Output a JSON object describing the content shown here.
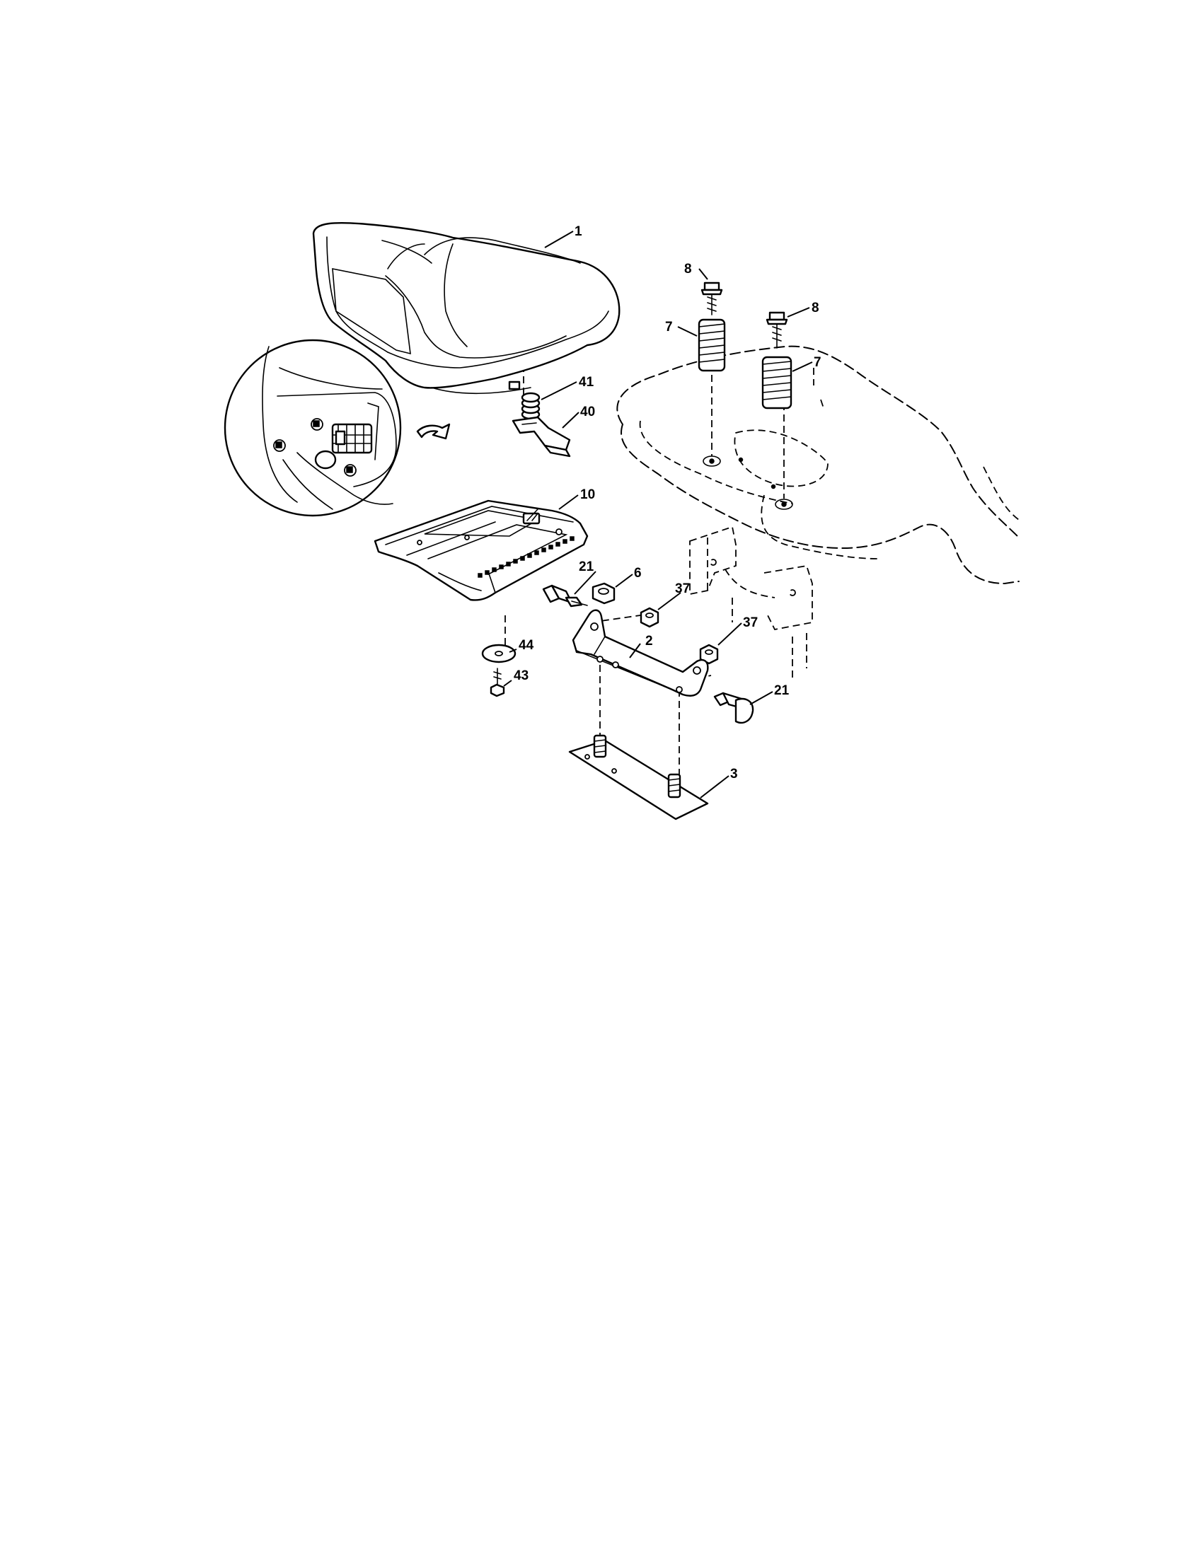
{
  "callouts": [
    {
      "id": "seat",
      "label": "1"
    },
    {
      "id": "bolt-left",
      "label": "8"
    },
    {
      "id": "bolt-right",
      "label": "8"
    },
    {
      "id": "spring-left",
      "label": "7"
    },
    {
      "id": "spring-right",
      "label": "7"
    },
    {
      "id": "small-spring",
      "label": "41"
    },
    {
      "id": "latch-clip",
      "label": "40"
    },
    {
      "id": "seat-pan",
      "label": "10"
    },
    {
      "id": "shoulder-bolt-left",
      "label": "21"
    },
    {
      "id": "hex-nut",
      "label": "6"
    },
    {
      "id": "lock-nut-upper",
      "label": "37"
    },
    {
      "id": "lock-nut-lower",
      "label": "37"
    },
    {
      "id": "seat-bracket",
      "label": "2"
    },
    {
      "id": "washer",
      "label": "44"
    },
    {
      "id": "screw",
      "label": "43"
    },
    {
      "id": "shoulder-bolt-right",
      "label": "21"
    },
    {
      "id": "mount-plate",
      "label": "3"
    }
  ]
}
